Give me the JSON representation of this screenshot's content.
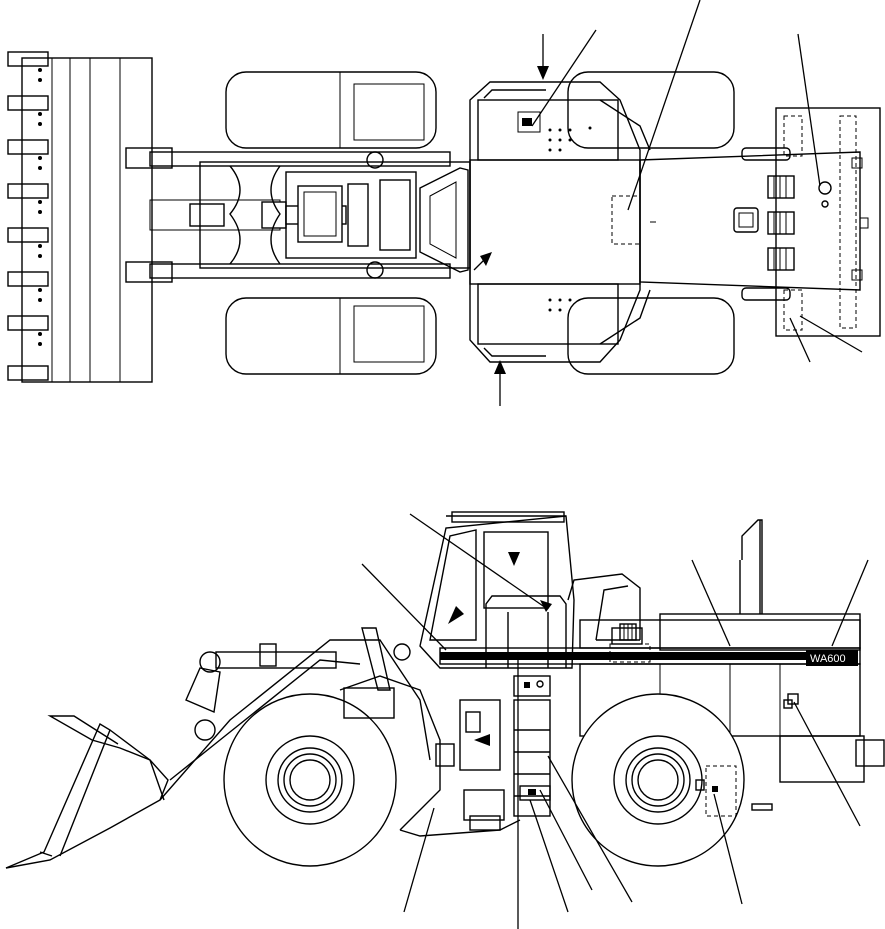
{
  "diagram": {
    "views": [
      "top-view",
      "side-view"
    ],
    "model_badge": "WA600",
    "colors": {
      "line": "#000000",
      "background": "#ffffff",
      "badge_text": "#ffffff"
    }
  }
}
